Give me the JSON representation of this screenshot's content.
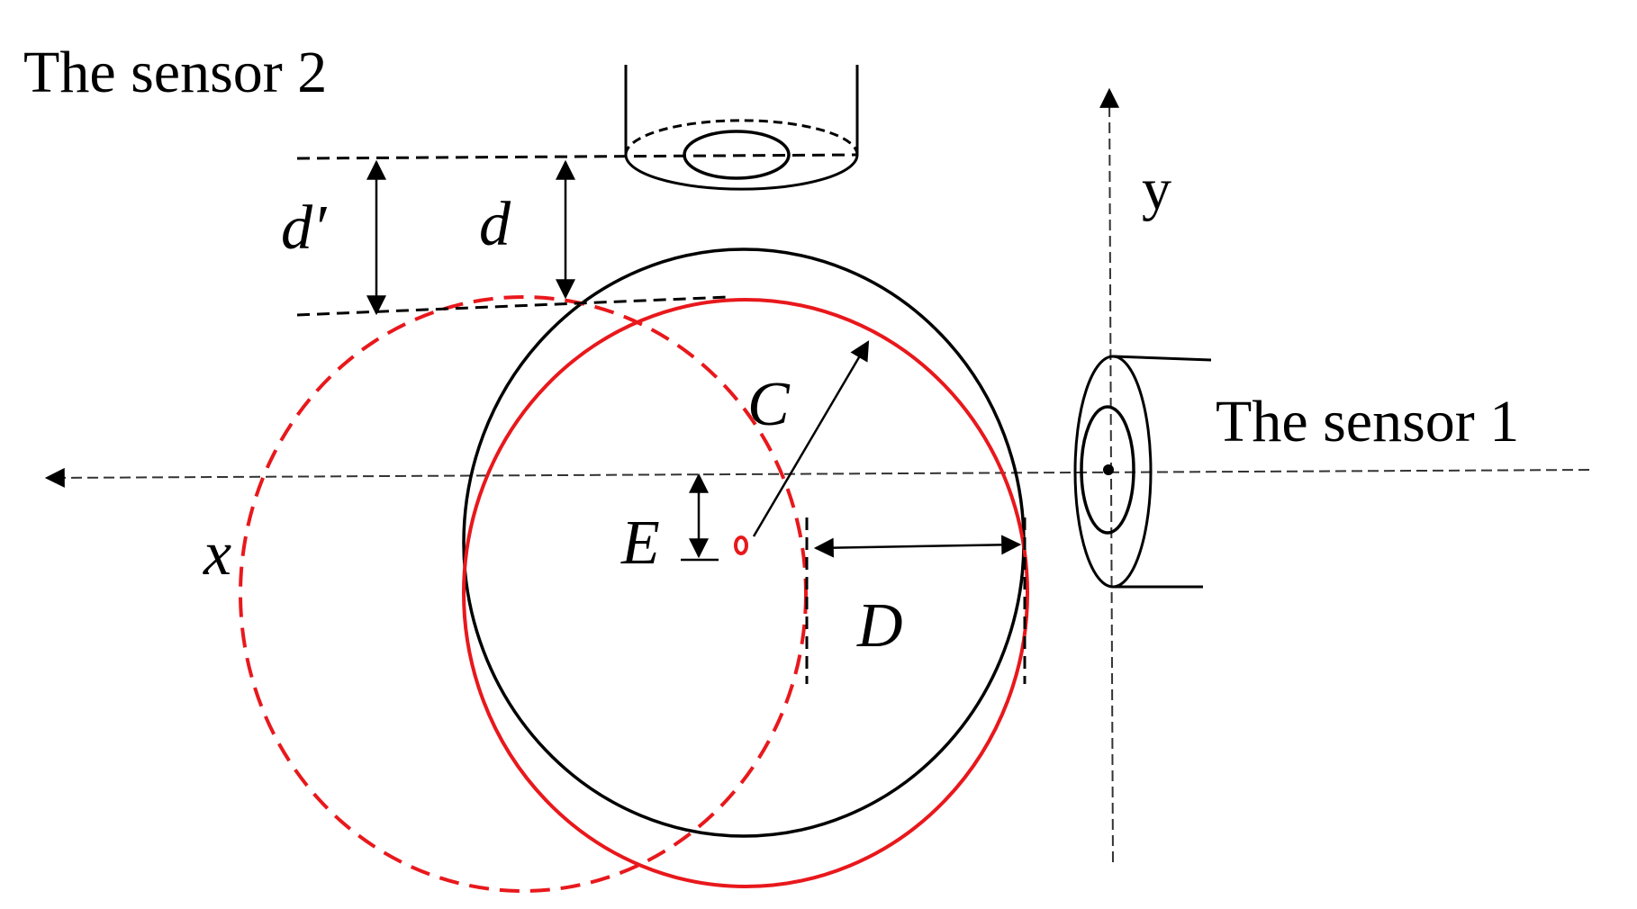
{
  "labels": {
    "sensor2": "The sensor 2",
    "sensor1": "The sensor 1",
    "y_axis": "y",
    "x_axis": "x",
    "d_prime": "d′",
    "d": "d",
    "C": "C",
    "E": "E",
    "D": "D"
  },
  "colors": {
    "ink": "#000000",
    "red": "#e8181c",
    "axis": "#333333"
  }
}
